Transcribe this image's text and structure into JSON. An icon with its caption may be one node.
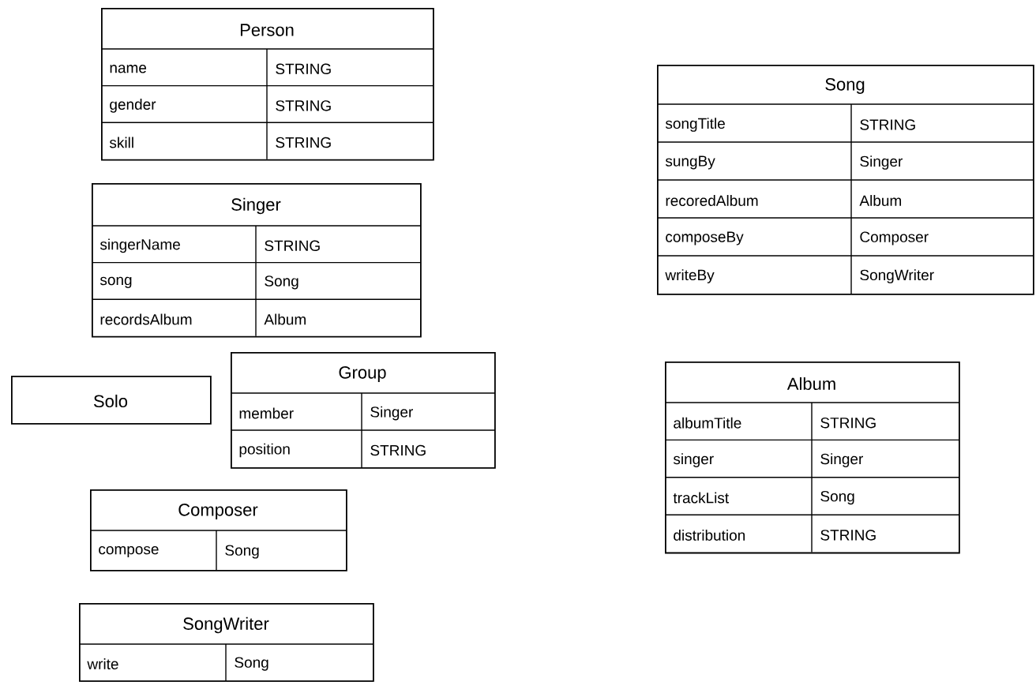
{
  "diagram": {
    "nodes": [
      {
        "text": [
          "Person",
          "name",
          "STRING",
          "gender",
          "STRING",
          "skill",
          "STRING"
        ]
      },
      {
        "text": [
          "Singer",
          "singerName",
          "STRING",
          "song",
          "Song",
          "recordsAlbum",
          "Album"
        ]
      },
      {
        "text": [
          "Solo"
        ]
      },
      {
        "text": [
          "Group",
          "member",
          "Singer",
          "position",
          "STRING"
        ]
      },
      {
        "text": [
          "Composer",
          "compose",
          "Song"
        ]
      },
      {
        "text": [
          "SongWriter",
          "write",
          "Song"
        ]
      },
      {
        "text": [
          "Song",
          "songTitle",
          "STRING",
          "sungBy",
          "Singer",
          "recoredAlbum",
          "Album",
          "composeBy",
          "Composer",
          "writeBy",
          "SongWriter"
        ]
      },
      {
        "text": [
          "Album",
          "albumTitle",
          "STRING",
          "singer",
          "Singer",
          "trackList",
          "Song",
          "distribution",
          "STRING"
        ]
      }
    ]
  }
}
